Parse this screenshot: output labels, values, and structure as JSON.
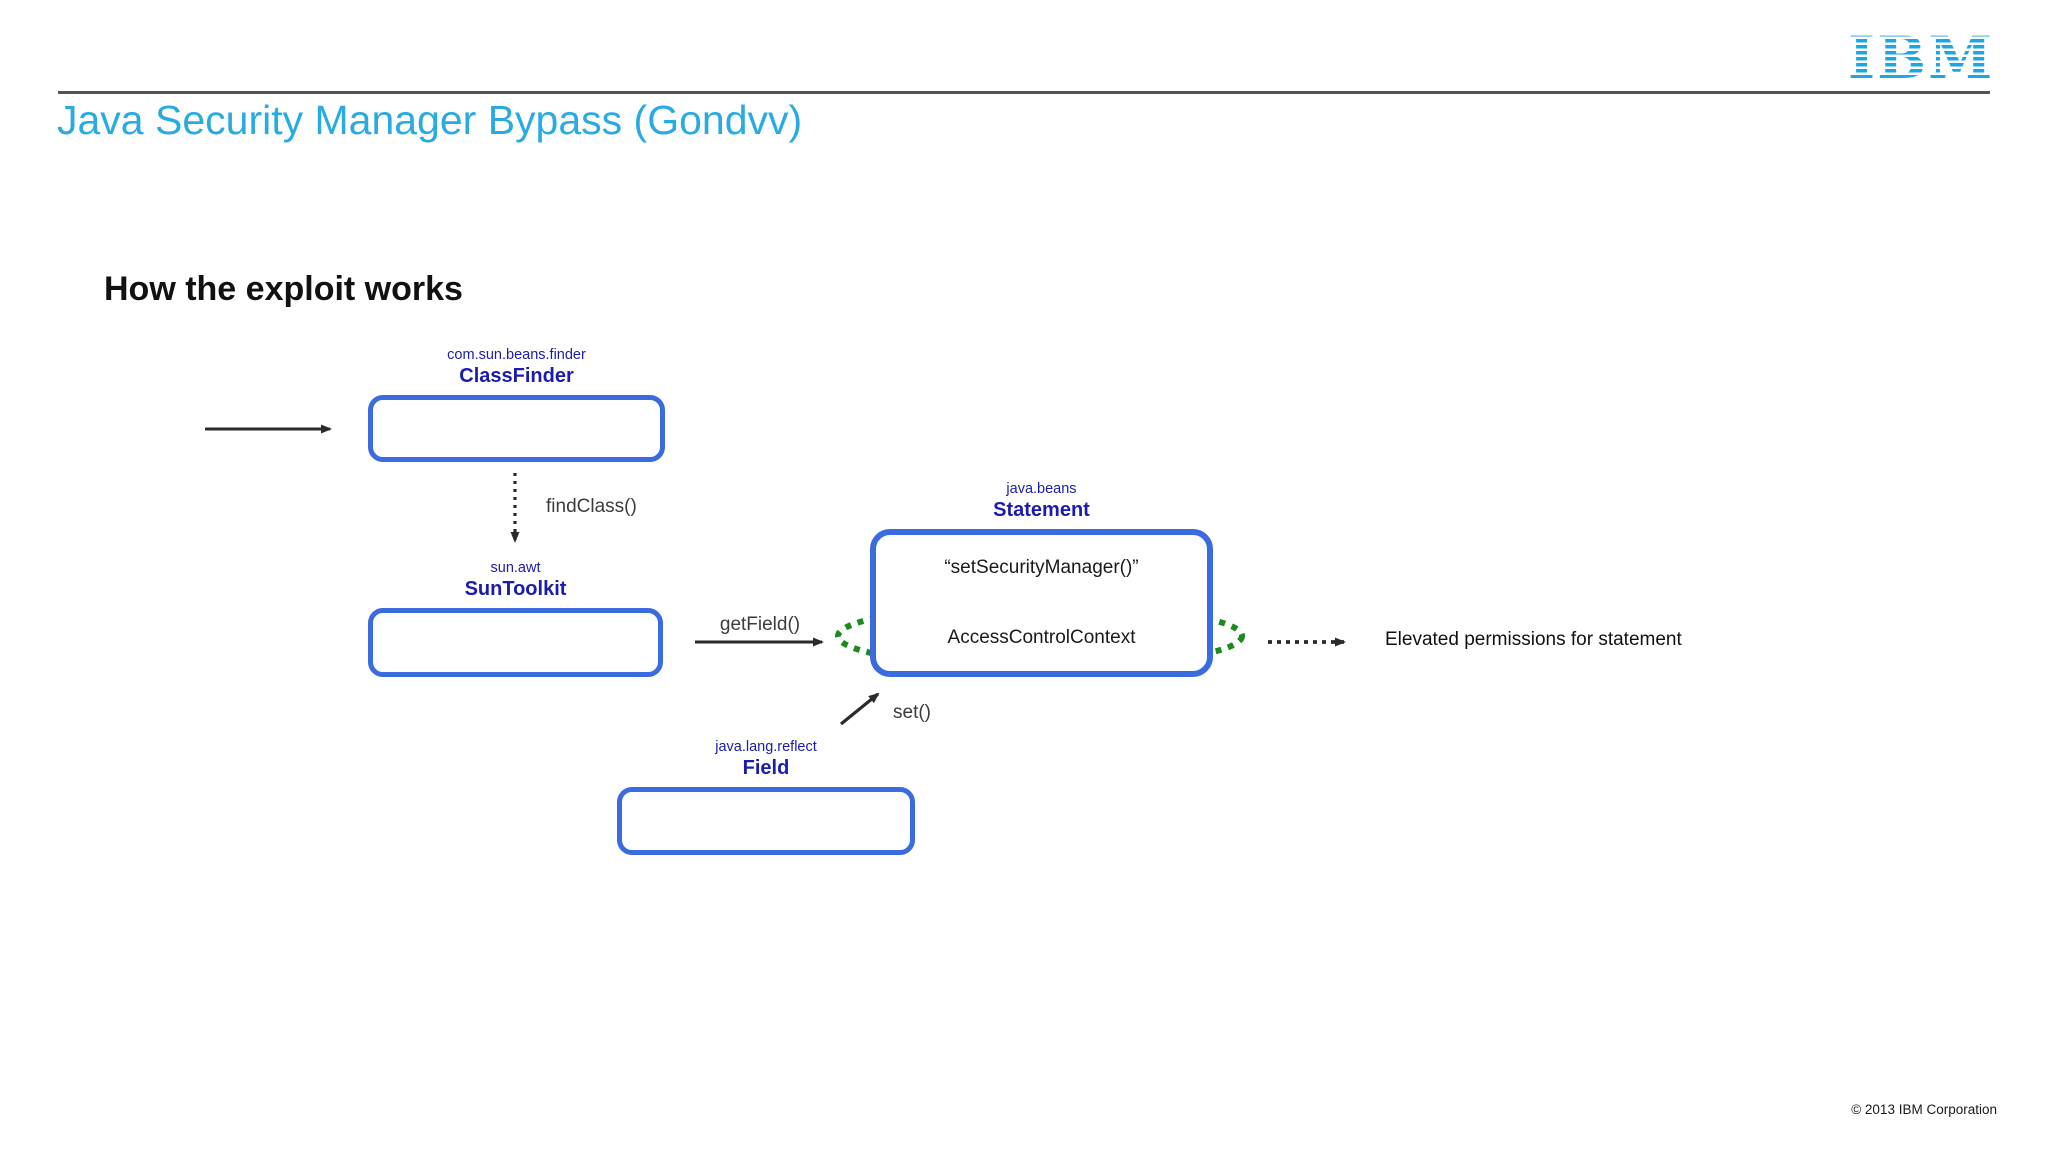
{
  "colors": {
    "accent-cyan": "#29abe2",
    "logo-cyan": "#1ba7e0",
    "box-blue": "#3a6ce0",
    "label-navy": "#1b1bb0",
    "ellipse-green": "#1e8a1e",
    "arrow-dark": "#2b2b2b",
    "muted-label": "#3c3c3c",
    "rule-gray": "#545454"
  },
  "slide": {
    "logo_text": "IBM",
    "title": "Java Security Manager Bypass (Gondvv)",
    "heading": "How the exploit works",
    "footer": "© 2013 IBM Corporation"
  },
  "diagram": {
    "class_finder": {
      "package": "com.sun.beans.finder",
      "name": "ClassFinder"
    },
    "sun_toolkit": {
      "package": "sun.awt",
      "name": "SunToolkit"
    },
    "statement": {
      "package": "java.beans",
      "name": "Statement",
      "method": "“setSecurityManager()”",
      "context": "AccessControlContext"
    },
    "field": {
      "package": "java.lang.reflect",
      "name": "Field"
    },
    "edge_find_class": "findClass()",
    "edge_get_field": "getField()",
    "edge_set": "set()",
    "result_label": "Elevated permissions for statement"
  }
}
